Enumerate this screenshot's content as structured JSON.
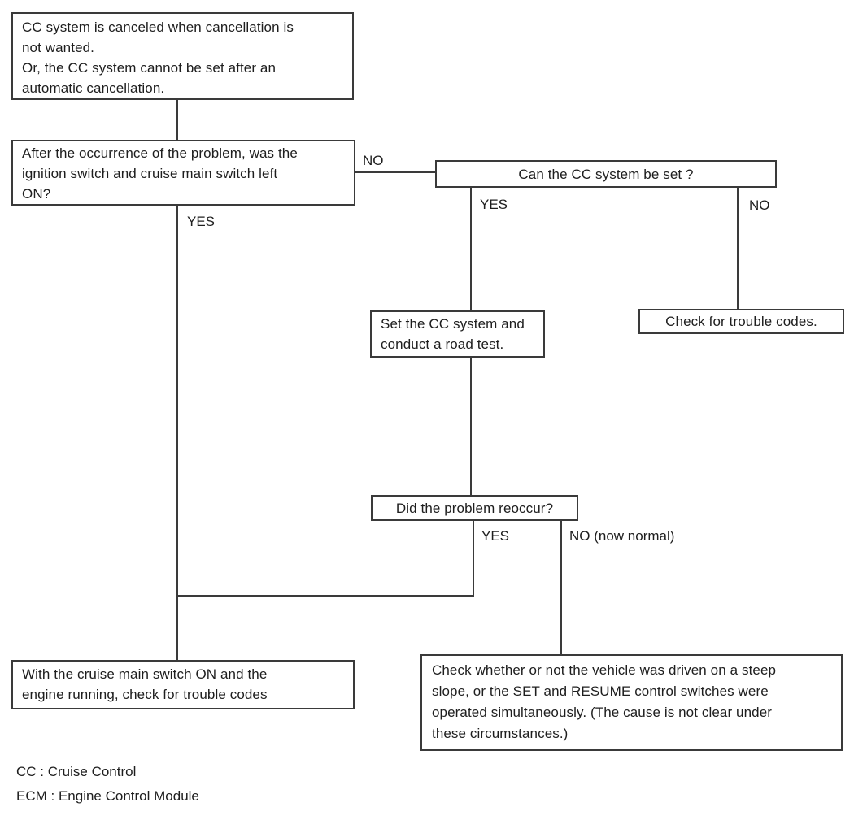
{
  "diagram": {
    "nodes": {
      "problem": {
        "text": "CC system is canceled when cancellation is\nnot wanted.\nOr, the CC system cannot be set after an\nautomatic cancellation."
      },
      "switch_left_on": {
        "text": "After the occurrence of the problem, was the\nignition switch and cruise main switch left\nON?"
      },
      "can_set": {
        "text": "Can the CC system be set ?"
      },
      "road_test": {
        "text": "Set the CC system and\nconduct a road test."
      },
      "check_codes": {
        "text": "Check for trouble codes."
      },
      "reoccur": {
        "text": "Did the problem reoccur?"
      },
      "check_codes_engine": {
        "text": "With the cruise main switch ON and the\nengine running, check for trouble codes"
      },
      "steep_slope": {
        "text": "Check whether or not the vehicle was driven on a steep\nslope, or the SET and RESUME control switches were\noperated simultaneously. (The cause is not clear under\nthese circumstances.)"
      }
    },
    "branch_labels": {
      "no1": "NO",
      "yes1": "YES",
      "yes2": "YES",
      "no2": "NO",
      "yes3": "YES",
      "no3": "NO (now normal)"
    },
    "edges": [
      {
        "from": "problem",
        "to": "switch_left_on",
        "label": ""
      },
      {
        "from": "switch_left_on",
        "to": "can_set",
        "label": "NO"
      },
      {
        "from": "switch_left_on",
        "to": "check_codes_engine",
        "label": "YES"
      },
      {
        "from": "can_set",
        "to": "road_test",
        "label": "YES"
      },
      {
        "from": "can_set",
        "to": "check_codes",
        "label": "NO"
      },
      {
        "from": "road_test",
        "to": "reoccur",
        "label": ""
      },
      {
        "from": "reoccur",
        "to": "check_codes_engine",
        "label": "YES"
      },
      {
        "from": "reoccur",
        "to": "steep_slope",
        "label": "NO (now normal)"
      }
    ],
    "legend": {
      "cc": "CC : Cruise Control",
      "ecm": "ECM : Engine Control Module"
    },
    "colors": {
      "line": "#3a3a3a",
      "text": "#1e1e1e",
      "background": "#ffffff"
    }
  }
}
